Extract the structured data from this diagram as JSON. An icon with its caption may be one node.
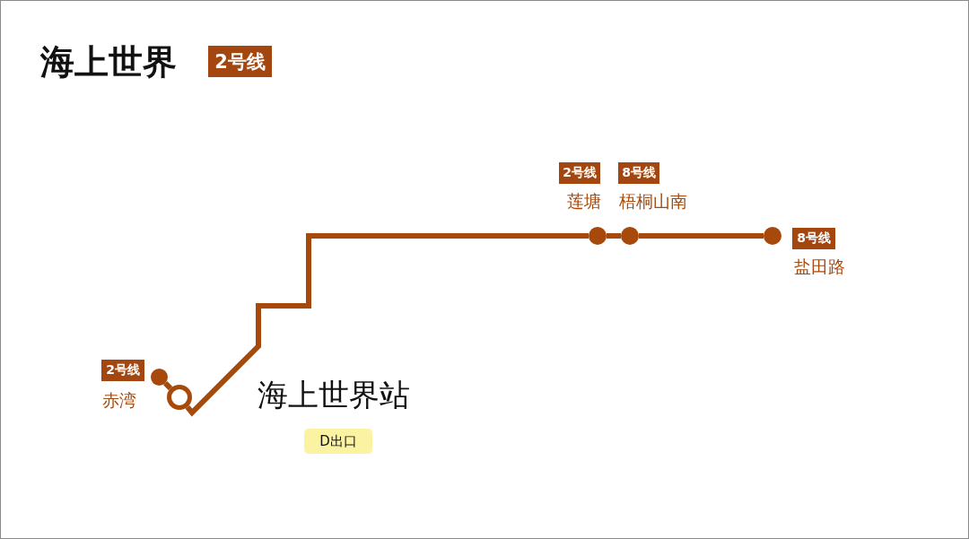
{
  "diagram": {
    "title": "海上世界",
    "nodes": [
      {
        "text": [
          "2号线"
        ]
      },
      {
        "text": [
          "2号线"
        ]
      },
      {
        "text": [
          "8号线"
        ]
      },
      {
        "text": [],
        "shape": "circle",
        "beside": [
          "莲塘"
        ]
      },
      {
        "text": [],
        "shape": "circle",
        "beside": [
          "梧桐山南"
        ]
      },
      {
        "text": [],
        "shape": "circle",
        "beside": [
          "盐田路"
        ]
      },
      {
        "text": [
          "8号线"
        ]
      },
      {
        "text": [
          "2号线"
        ]
      },
      {
        "text": [],
        "shape": "circle",
        "beside": [
          "赤湾"
        ]
      },
      {
        "text": [],
        "shape": "circle"
      },
      {
        "text": [
          "D出口"
        ]
      }
    ],
    "edges": [
      {
        "from": 8,
        "to": 9,
        "arrow": "none"
      },
      {
        "from": 9,
        "to": 3,
        "arrow": "none"
      },
      {
        "from": 3,
        "to": 4,
        "arrow": "none"
      },
      {
        "from": 4,
        "to": 5,
        "arrow": "none"
      }
    ],
    "labels": [
      "海上世界站"
    ]
  }
}
